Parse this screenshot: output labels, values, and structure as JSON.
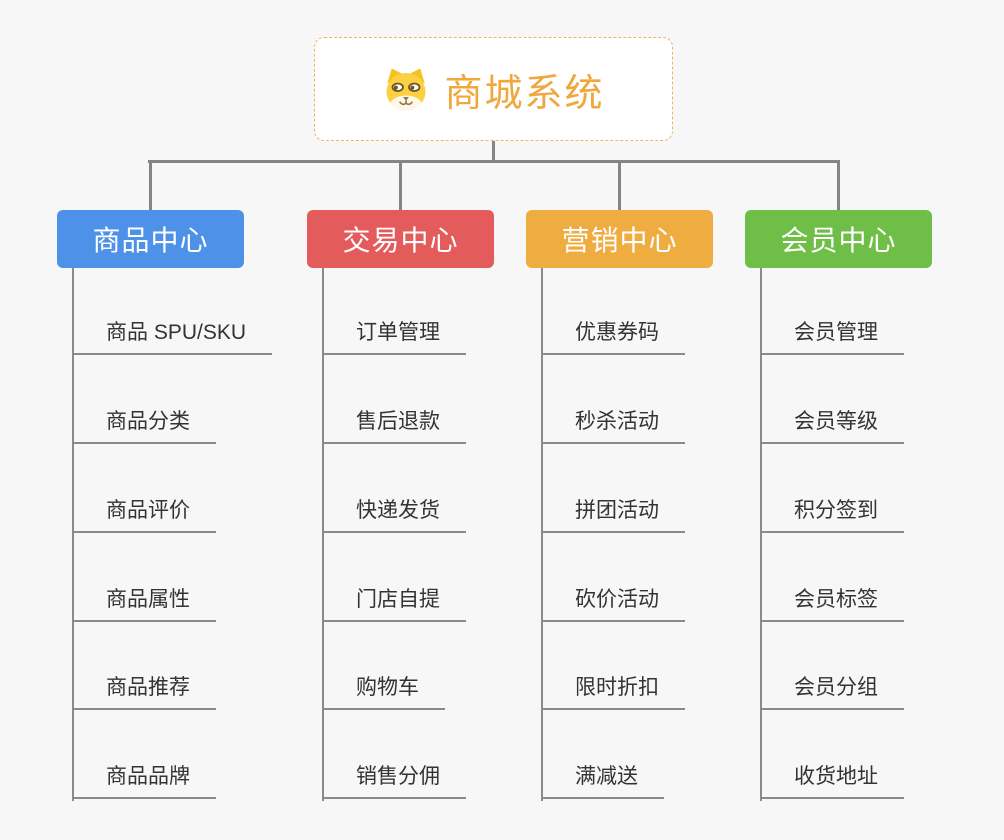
{
  "root": {
    "title": "商城系统",
    "icon": "dog-face-icon"
  },
  "colors": {
    "background": "#f7f7f7",
    "connector_line": "#848484",
    "root_text": "#f0a73e",
    "root_border": "#f0b45c",
    "leaf_text": "#333333"
  },
  "branches": [
    {
      "label": "商品中心",
      "color": "#4d92e8",
      "items": [
        "商品 SPU/SKU",
        "商品分类",
        "商品评价",
        "商品属性",
        "商品推荐",
        "商品品牌"
      ]
    },
    {
      "label": "交易中心",
      "color": "#e45b5b",
      "items": [
        "订单管理",
        "售后退款",
        "快递发货",
        "门店自提",
        "购物车",
        "销售分佣"
      ]
    },
    {
      "label": "营销中心",
      "color": "#efad41",
      "items": [
        "优惠券码",
        "秒杀活动",
        "拼团活动",
        "砍价活动",
        "限时折扣",
        "满减送"
      ]
    },
    {
      "label": "会员中心",
      "color": "#6fbe47",
      "items": [
        "会员管理",
        "会员等级",
        "积分签到",
        "会员标签",
        "会员分组",
        "收货地址"
      ]
    }
  ]
}
